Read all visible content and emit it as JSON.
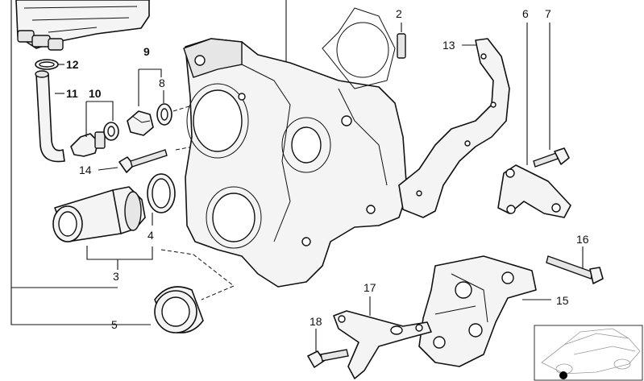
{
  "callouts": [
    {
      "id": "c1",
      "text": "2",
      "bold": false
    },
    {
      "id": "c2",
      "text": "6",
      "bold": false
    },
    {
      "id": "c3",
      "text": "7",
      "bold": false
    },
    {
      "id": "c4",
      "text": "13",
      "bold": false
    },
    {
      "id": "c5",
      "text": "9",
      "bold": true
    },
    {
      "id": "c6",
      "text": "8",
      "bold": false
    },
    {
      "id": "c7",
      "text": "12",
      "bold": true
    },
    {
      "id": "c8",
      "text": "11",
      "bold": true
    },
    {
      "id": "c9",
      "text": "10",
      "bold": true
    },
    {
      "id": "c10",
      "text": "14",
      "bold": false
    },
    {
      "id": "c11",
      "text": "4",
      "bold": false
    },
    {
      "id": "c12",
      "text": "3",
      "bold": false
    },
    {
      "id": "c13",
      "text": "5",
      "bold": false
    },
    {
      "id": "c14",
      "text": "16",
      "bold": false
    },
    {
      "id": "c15",
      "text": "15",
      "bold": false
    },
    {
      "id": "c16",
      "text": "17",
      "bold": false
    },
    {
      "id": "c17",
      "text": "18",
      "bold": false
    }
  ]
}
